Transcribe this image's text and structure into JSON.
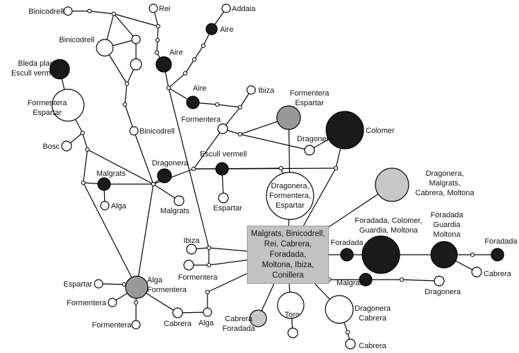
{
  "fills": {
    "black": "#1a1a1a",
    "white": "#ffffff",
    "dark_grey": "#999999",
    "light_grey": "#c8c8c8",
    "hub": "#c3c3c3"
  },
  "nodes": [
    {
      "id": "binicodrell-top",
      "fill": "white",
      "lines": [
        "Binicodrell"
      ]
    },
    {
      "id": "rei",
      "fill": "white",
      "lines": [
        "Rei"
      ]
    },
    {
      "id": "addaia",
      "fill": "white",
      "lines": [
        "Addaia"
      ]
    },
    {
      "id": "aire-1",
      "fill": "black",
      "lines": [
        "Aire"
      ]
    },
    {
      "id": "binicodrell-2",
      "fill": "white",
      "lines": [
        "Binicodrell"
      ]
    },
    {
      "id": "n-sq-1",
      "fill": "white",
      "lines": []
    },
    {
      "id": "n-sq-2",
      "fill": "white",
      "lines": []
    },
    {
      "id": "aire-2",
      "fill": "black",
      "lines": [
        "Aire"
      ]
    },
    {
      "id": "bleda",
      "fill": "black",
      "lines": [
        "Bleda plana",
        "Escull vermell"
      ]
    },
    {
      "id": "aire-3",
      "fill": "black",
      "lines": [
        "Aire"
      ]
    },
    {
      "id": "ibiza-top",
      "fill": "white",
      "lines": [
        "Ibiza"
      ]
    },
    {
      "id": "formentera-espartar-top",
      "fill": "dark_grey",
      "lines": [
        "Formentera",
        "Espartar"
      ]
    },
    {
      "id": "colomer",
      "fill": "black",
      "lines": [
        "Colomer"
      ]
    },
    {
      "id": "formentera-espartar-left",
      "fill": "white",
      "lines": [
        "Formentera",
        "Espartar"
      ]
    },
    {
      "id": "binicodrell-3",
      "fill": "white",
      "lines": [
        "Binicodrell"
      ]
    },
    {
      "id": "formentera-mid",
      "fill": "white",
      "lines": [
        "Formentera"
      ]
    },
    {
      "id": "bosc",
      "fill": "white",
      "lines": [
        "Bosc"
      ]
    },
    {
      "id": "dragonera-right",
      "fill": "white",
      "lines": [
        "Dragonera"
      ]
    },
    {
      "id": "escull-vermell",
      "fill": "black",
      "lines": [
        "Escull vermell"
      ]
    },
    {
      "id": "dragonera-left",
      "fill": "black",
      "lines": [
        "Dragonera"
      ]
    },
    {
      "id": "malgrats-left",
      "fill": "black",
      "lines": [
        "Malgrats"
      ]
    },
    {
      "id": "alga-small",
      "fill": "white",
      "lines": [
        "Alga"
      ]
    },
    {
      "id": "malgrats-mid",
      "fill": "white",
      "lines": [
        "Malgrats"
      ]
    },
    {
      "id": "espartar-mid",
      "fill": "white",
      "lines": [
        "Espartar"
      ]
    },
    {
      "id": "dragonera-formentera-espartar",
      "fill": "white",
      "lines": [
        "Dragonera,",
        "Formentera,",
        "Espartar"
      ]
    },
    {
      "id": "dragonera-malgrats-cabrera-moltona",
      "fill": "light_grey",
      "lines": [
        "Dragonera,",
        "Malgrats,",
        "Cabrera, Moltona"
      ]
    },
    {
      "id": "foradada-small",
      "fill": "black",
      "lines": [
        "Foradada"
      ]
    },
    {
      "id": "foradada-colomer",
      "fill": "black",
      "lines": [
        "Foradada, Colomer,",
        "Guardia, Moltona"
      ]
    },
    {
      "id": "foradada-guardia-moltona",
      "fill": "black",
      "lines": [
        "Foradada",
        "Guardia",
        "Moltona"
      ]
    },
    {
      "id": "foradada-far",
      "fill": "black",
      "lines": [
        "Foradada"
      ]
    },
    {
      "id": "cabrera-right",
      "fill": "white",
      "lines": [
        "Cabrera"
      ]
    },
    {
      "id": "ibiza-left",
      "fill": "white",
      "lines": [
        "Ibiza"
      ]
    },
    {
      "id": "formentera-lower",
      "fill": "white",
      "lines": [
        "Formentera"
      ]
    },
    {
      "id": "malgrats-lower",
      "fill": "black",
      "lines": [
        "Malgrats"
      ]
    },
    {
      "id": "dragonera-lower",
      "fill": "white",
      "lines": [
        "Dragonera"
      ]
    },
    {
      "id": "espartar-left",
      "fill": "white",
      "lines": [
        "Espartar"
      ]
    },
    {
      "id": "alga-formentera",
      "fill": "dark_grey",
      "lines": [
        "Alga",
        "Formentera"
      ]
    },
    {
      "id": "formentera-lower-left",
      "fill": "white",
      "lines": [
        "Formentera"
      ]
    },
    {
      "id": "formentera-bottom",
      "fill": "white",
      "lines": [
        "Formentera"
      ]
    },
    {
      "id": "cabrera-bottom",
      "fill": "white",
      "lines": [
        "Cabrera"
      ]
    },
    {
      "id": "alga-bottom",
      "fill": "white",
      "lines": [
        "Alga"
      ]
    },
    {
      "id": "cabrera-foradada",
      "fill": "light_grey",
      "lines": [
        "Cabrera",
        "Foradada"
      ]
    },
    {
      "id": "toro",
      "fill": "white",
      "lines": [
        "Toro"
      ]
    },
    {
      "id": "toro-sub",
      "fill": "white",
      "lines": []
    },
    {
      "id": "dragonera-cabrera",
      "fill": "white",
      "lines": [
        "Dragonera",
        "Cabrera"
      ]
    },
    {
      "id": "cabrera-bottom-right",
      "fill": "white",
      "lines": [
        "Cabrera"
      ]
    }
  ],
  "hub": {
    "text": "Malgrats, Binicodrell,\nRei, Cabrera,\nForadada,\nMoltona, Ibiza,\nConillera"
  }
}
